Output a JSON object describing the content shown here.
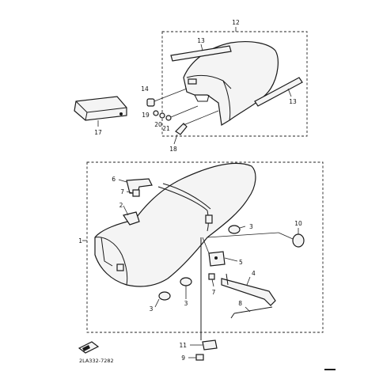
{
  "diagram": {
    "part_code": "2LA332-7282",
    "callouts": [
      {
        "id": "c1",
        "label": "1"
      },
      {
        "id": "c2",
        "label": "2"
      },
      {
        "id": "c3a",
        "label": "3"
      },
      {
        "id": "c3b",
        "label": "3"
      },
      {
        "id": "c3c",
        "label": "3"
      },
      {
        "id": "c4",
        "label": "4"
      },
      {
        "id": "c5",
        "label": "5"
      },
      {
        "id": "c6",
        "label": "6"
      },
      {
        "id": "c7a",
        "label": "7"
      },
      {
        "id": "c7b",
        "label": "7"
      },
      {
        "id": "c8",
        "label": "8"
      },
      {
        "id": "c9",
        "label": "9"
      },
      {
        "id": "c10",
        "label": "10"
      },
      {
        "id": "c11",
        "label": "11"
      },
      {
        "id": "c12",
        "label": "12"
      },
      {
        "id": "c13a",
        "label": "13"
      },
      {
        "id": "c13b",
        "label": "13"
      },
      {
        "id": "c14",
        "label": "14"
      },
      {
        "id": "c17",
        "label": "17"
      },
      {
        "id": "c18",
        "label": "18"
      },
      {
        "id": "c19",
        "label": "19"
      },
      {
        "id": "c20",
        "label": "20"
      },
      {
        "id": "c21",
        "label": "21"
      }
    ]
  }
}
